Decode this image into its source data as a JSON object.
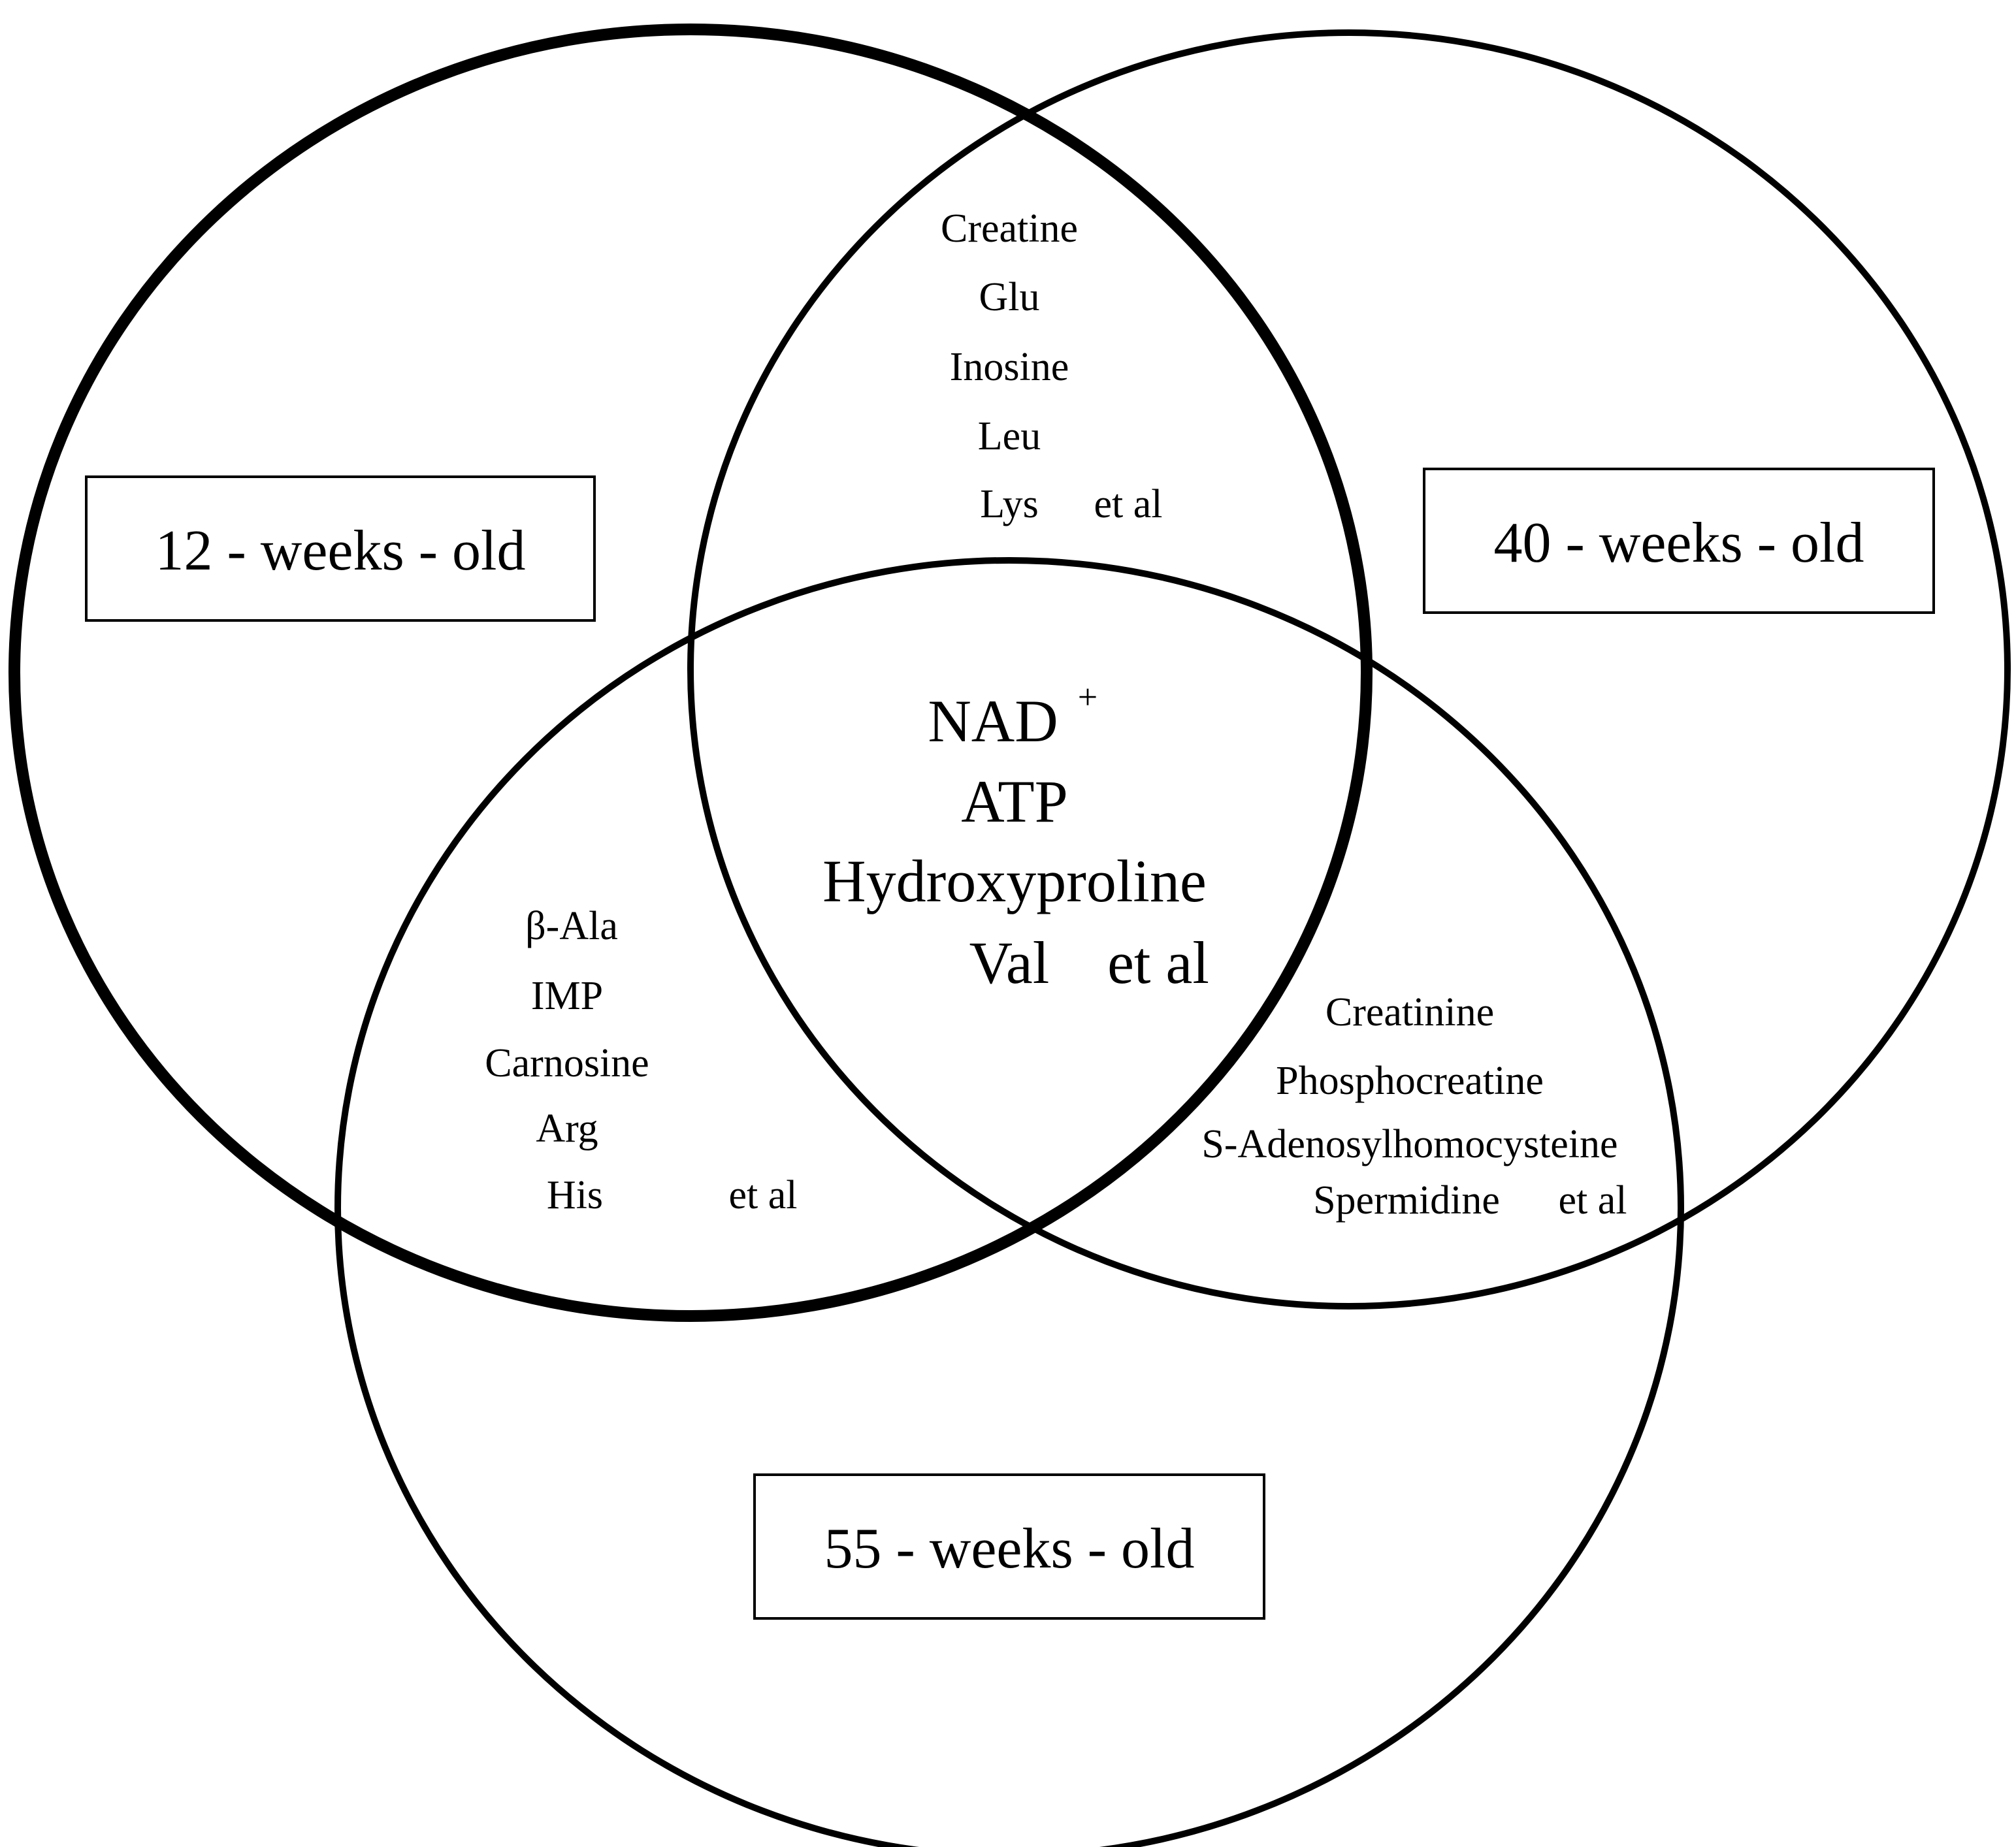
{
  "groups": {
    "week12": {
      "label": "12 - weeks - old"
    },
    "week40": {
      "label": "40 - weeks - old"
    },
    "week55": {
      "label": "55 - weeks - old"
    }
  },
  "regions": {
    "w12_w40": {
      "items": [
        "Creatine",
        "Glu",
        "Inosine",
        "Leu",
        "Lys"
      ],
      "et_al": "et al"
    },
    "all_three": {
      "items": [
        "NAD",
        "ATP",
        "Hydroxyproline",
        "Val"
      ],
      "superscript": "+",
      "et_al": "et al"
    },
    "w12_w55": {
      "items": [
        "β-Ala",
        "IMP",
        "Carnosine",
        "Arg",
        "His"
      ],
      "et_al": "et al"
    },
    "w40_w55": {
      "items": [
        "Creatinine",
        "Phosphocreatine",
        "S-Adenosylhomocysteine",
        "Spermidine"
      ],
      "et_al": "et al"
    }
  },
  "colors": {
    "stroke": "#000000",
    "background": "#ffffff"
  }
}
